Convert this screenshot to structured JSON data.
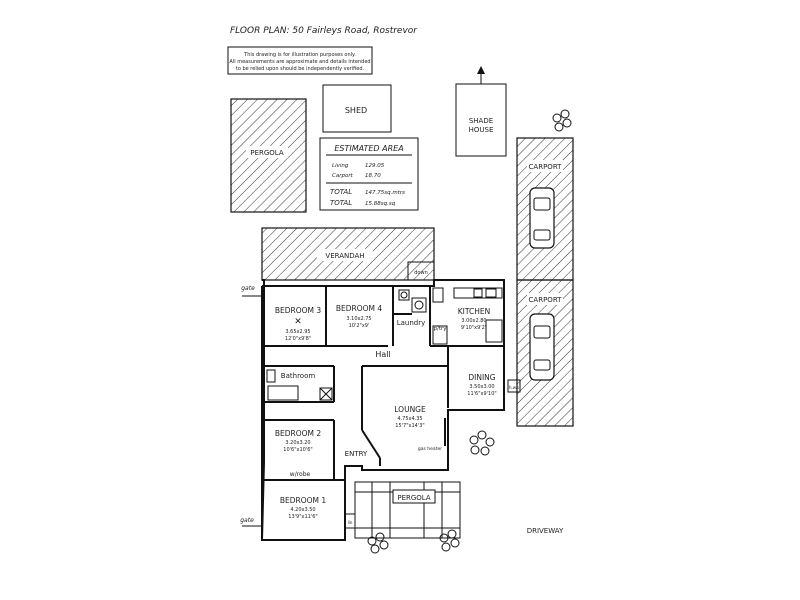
{
  "title": "FLOOR PLAN: 50 Fairleys Road, Rostrevor",
  "disclaimer": [
    "This drawing is for illustration purposes only.",
    "All measurements are approximate and details intended",
    "to be relied upon should be independently verified."
  ],
  "area": {
    "heading": "ESTIMATED AREA",
    "rows": [
      {
        "label": "Living",
        "value": "129.05"
      },
      {
        "label": "Carport",
        "value": "18.70"
      }
    ],
    "total1_label": "TOTAL",
    "total1_value": "147.75sq.mtrs",
    "total2_label": "TOTAL",
    "total2_value": "15.88sq.sq"
  },
  "labels": {
    "shed": "SHED",
    "shade_house_1": "SHADE",
    "shade_house_2": "HOUSE",
    "pergola_top": "PERGOLA",
    "pergola_bottom": "PERGOLA",
    "verandah": "VERANDAH",
    "carport_top": "CARPORT",
    "carport_bottom": "CARPORT",
    "driveway": "DRIVEWAY",
    "gate_top": "gate",
    "gate_bottom": "gate",
    "hall": "Hall",
    "entry": "ENTRY",
    "laundry": "Laundry",
    "pantry": "p/try",
    "bathroom": "Bathroom",
    "wirobe": "w/robe",
    "gas_heater": "gas heater",
    "down": "down",
    "hws": "h.w.s",
    "lin": "lin"
  },
  "rooms": {
    "bed3": {
      "name": "BEDROOM 3",
      "dims": "3.65x2.95",
      "imp": "12'0\"x9'8\""
    },
    "bed4": {
      "name": "BEDROOM 4",
      "dims": "3.10x2.75",
      "imp": "10'2\"x9'"
    },
    "kitchen": {
      "name": "KITCHEN",
      "dims": "3.00x2.80",
      "imp": "9'10\"x9'2\""
    },
    "dining": {
      "name": "DINING",
      "dims": "3.50x3.00",
      "imp": "11'6\"x9'10\""
    },
    "lounge": {
      "name": "LOUNGE",
      "dims": "4.75x4.35",
      "imp": "15'7\"x14'3\""
    },
    "bed2": {
      "name": "BEDROOM 2",
      "dims": "3.20x3.20",
      "imp": "10'6\"x10'6\""
    },
    "bed1": {
      "name": "BEDROOM 1",
      "dims": "4.20x3.50",
      "imp": "13'9\"x11'6\""
    }
  }
}
